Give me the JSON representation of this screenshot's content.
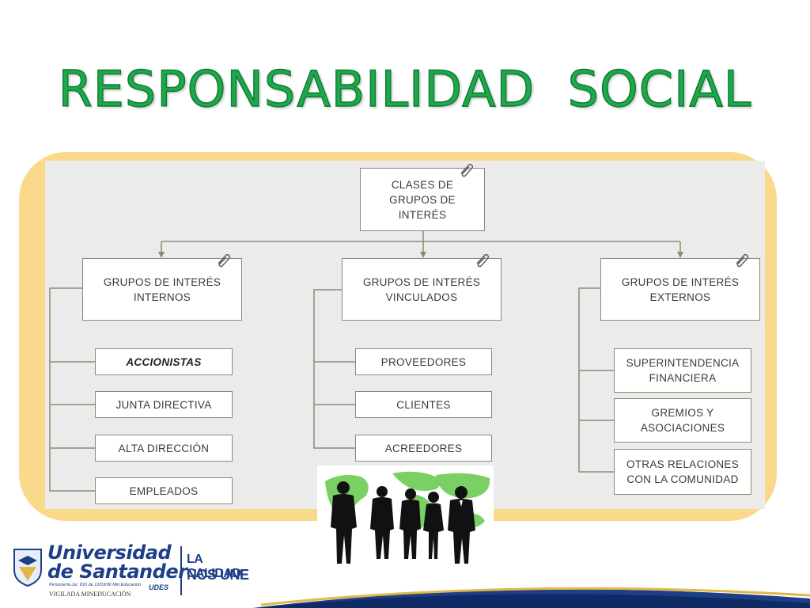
{
  "title": "RESPONSABILIDAD  SOCIAL",
  "diagram": {
    "root": "CLASES DE GRUPOS DE INTERÉS",
    "groups": [
      {
        "label": "GRUPOS DE INTERÉS INTERNOS",
        "items": [
          "ACCIONISTAS",
          "JUNTA DIRECTIVA",
          "ALTA DIRECCIÓN",
          "EMPLEADOS"
        ]
      },
      {
        "label": "GRUPOS DE INTERÉS VINCULADOS",
        "items": [
          "PROVEEDORES",
          "CLIENTES",
          "ACREEDORES"
        ]
      },
      {
        "label": "GRUPOS DE INTERÉS EXTERNOS",
        "items": [
          "SUPERINTENDENCIA FINANCIERA",
          "GREMIOS Y ASOCIACIONES",
          "OTRAS RELACIONES CON LA COMUNIDAD"
        ]
      }
    ]
  },
  "logo": {
    "name_line1": "Universidad",
    "name_line2": "de Santander",
    "udes": "UDES",
    "slogan_line1": "LA CALIDAD",
    "slogan_line2": "NOS UNE",
    "fine_print": "Personería Jur. 810 de 12/03/96 Min.Educación",
    "vigilada": "VIGILADA MINEDUCACIÓN"
  },
  "colors": {
    "title_green": "#1fa84a",
    "frame_yellow": "#fbd98b",
    "box_border": "#8d8a72",
    "logo_blue": "#1d3f87"
  },
  "icons": [
    "paperclip-icon",
    "business-people-silhouette",
    "world-map",
    "udes-shield-icon"
  ]
}
